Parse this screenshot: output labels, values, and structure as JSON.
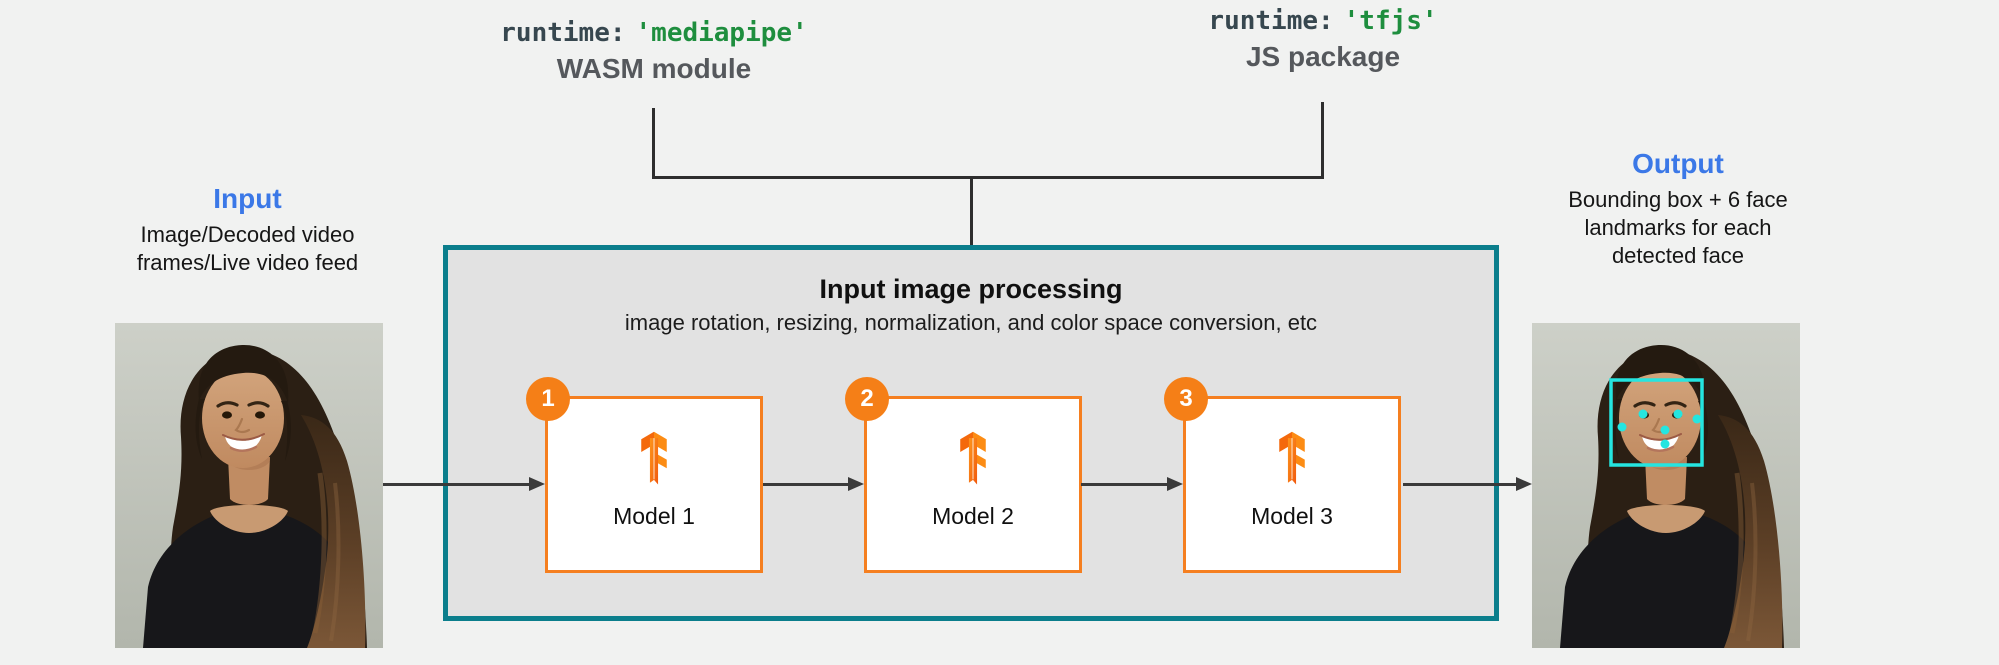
{
  "colors": {
    "background": "#f1f2f1",
    "accent_blue": "#3b78e7",
    "accent_teal": "#0b7e8c",
    "accent_orange": "#f57f17",
    "code_green": "#1e8e3e",
    "code_slate": "#37474f",
    "face_box_cyan": "#25e5e0",
    "arrow_gray": "#3a3a3a"
  },
  "runtime_mediapipe": {
    "code_prefix": "runtime:",
    "code_value": "'mediapipe'",
    "label": "WASM module"
  },
  "runtime_tfjs": {
    "code_prefix": "runtime:",
    "code_value": "'tfjs'",
    "label": "JS package"
  },
  "input": {
    "title": "Input",
    "description": "Image/Decoded video frames/Live video feed"
  },
  "output": {
    "title": "Output",
    "description": "Bounding box + 6 face landmarks for each detected face"
  },
  "processing_box": {
    "title": "Input image processing",
    "subtitle": "image rotation, resizing, normalization, and color space conversion, etc",
    "models": [
      {
        "badge": "1",
        "label": "Model 1"
      },
      {
        "badge": "2",
        "label": "Model 2"
      },
      {
        "badge": "3",
        "label": "Model 3"
      }
    ]
  },
  "output_overlay": {
    "landmark_count": "6",
    "shape": "face bounding box with landmark dots"
  }
}
